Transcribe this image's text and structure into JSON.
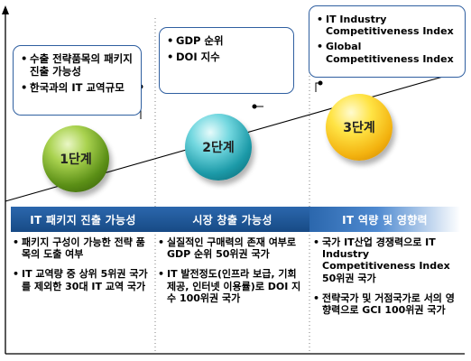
{
  "stages": [
    {
      "label": "1단계",
      "callout_items": [
        "수출 전략품목의 패키지 진출 가능성",
        "한국과의 IT 교역규모"
      ]
    },
    {
      "label": "2단계",
      "callout_items": [
        "GDP 순위",
        "DOI 지수"
      ]
    },
    {
      "label": "3단계",
      "callout_items": [
        "IT Industry Competitiveness Index",
        "Global Competitiveness Index"
      ]
    }
  ],
  "columns": [
    {
      "header": "IT 패키지 진출 가능성",
      "items": [
        "패키지 구성이 가능한 전략 품목의 도출 여부",
        "IT 교역량 중 상위 5위권 국가를 제외한 30대 IT 교역 국가"
      ]
    },
    {
      "header": "시장 창출 가능성",
      "items": [
        "실질적인 구매력의 존재 여부로 GDP 순위 50위권 국가",
        "IT 발전정도(인프라 보급, 기회제공, 인터넷 이용률)로 DOI 지수 100위권 국가"
      ]
    },
    {
      "header": "IT 역량 및 영향력",
      "items": [
        "국가 IT산업 경쟁력으로 IT Industry Competitiveness Index 50위권 국가",
        "전략국가 및 거점국가로 서의 영향력으로 GCI 100위권 국가"
      ]
    }
  ],
  "colors": {
    "header_blue": "#1f5a9c",
    "callout_border": "#2f5fa0",
    "stage1": "#6fa62a",
    "stage2": "#2cb3c1",
    "stage3": "#f7c21a"
  }
}
